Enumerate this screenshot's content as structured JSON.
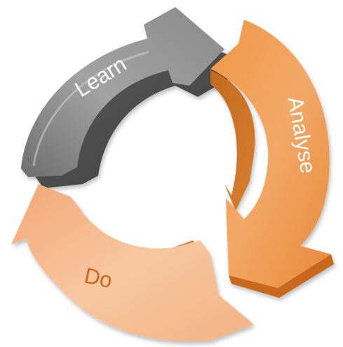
{
  "diagram": {
    "type": "cycle",
    "steps": [
      {
        "id": "learn",
        "label": "Learn",
        "color": "#8e8e8e",
        "label_color": "#ffffff"
      },
      {
        "id": "analyse",
        "label": "Analyse",
        "color": "#f0a058",
        "label_color": "#ffffff"
      },
      {
        "id": "do",
        "label": "Do",
        "color": "#f6b98a",
        "label_color": "#c8691e"
      }
    ]
  }
}
